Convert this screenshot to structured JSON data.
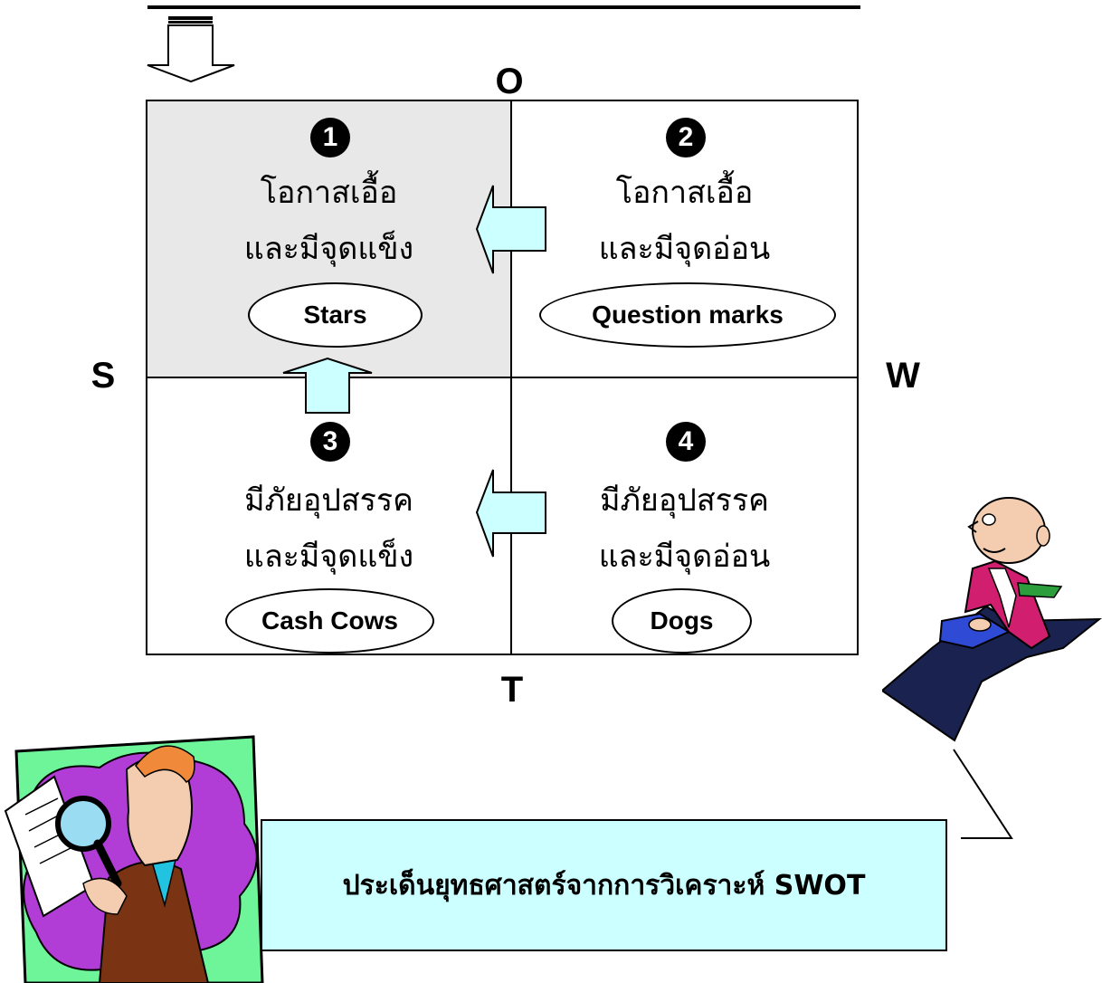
{
  "axes": {
    "top": "O",
    "bottom": "T",
    "left": "S",
    "right": "W"
  },
  "quadrants": [
    {
      "number": "1",
      "line1": "โอกาสเอื้อ",
      "line2": "และมีจุดแข็ง",
      "label": "Stars"
    },
    {
      "number": "2",
      "line1": "โอกาสเอื้อ",
      "line2": "และมีจุดอ่อน",
      "label": "Question marks"
    },
    {
      "number": "3",
      "line1": "มีภัยอุปสรรค",
      "line2": "และมีจุดแข็ง",
      "label": "Cash Cows"
    },
    {
      "number": "4",
      "line1": "มีภัยอุปสรรค",
      "line2": "และมีจุดอ่อน",
      "label": "Dogs"
    }
  ],
  "banner": {
    "text": "ประเด็นยุทธศาสตร์จากการวิเคราะห์ SWOT"
  },
  "colors": {
    "highlight_quadrant": "#e8e8e8",
    "arrow_fill": "#ccffff",
    "banner_fill": "#ccffff"
  },
  "icons": [
    "down-arrow-icon",
    "left-arrow-icon",
    "up-arrow-icon",
    "detective-clipart",
    "businessman-clipart"
  ]
}
